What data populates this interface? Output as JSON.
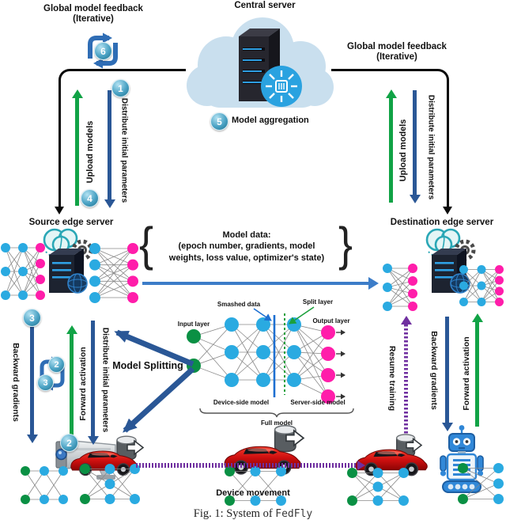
{
  "colors": {
    "navy_arrow": "#2a5796",
    "green_arrow": "#11a346",
    "purple_arrow": "#7030a0",
    "transfer_blue": "#3c7dc8",
    "badge_teal": "#3e98ba",
    "black_link": "#0a0a0a",
    "node_blue": "#2aaae1",
    "node_green": "#0a9044",
    "node_magenta": "#ff1daa"
  },
  "icons": {
    "sync": "cyclic-double-arrow",
    "cloud": "cloud",
    "server_tower": "server-tower",
    "ai_brain": "ai-brain-chip",
    "edge_brain_gear": "brain-with-gear",
    "database": "database-export-cylinder",
    "camera": "cctv-camera",
    "car": "red-car",
    "robot": "robot"
  },
  "steps": {
    "one": "1",
    "two": "2",
    "three": "3",
    "four": "4",
    "five": "5",
    "six": "6"
  },
  "central": {
    "label": "Central server",
    "aggregation": "Model aggregation"
  },
  "feedback": {
    "line1": "Global model feedback",
    "line2": "(Iterative)"
  },
  "links": {
    "upload": "Upload models",
    "distribute": "Distribute initial parameters"
  },
  "servers": {
    "source": "Source edge server",
    "destination": "Destination edge server"
  },
  "model_data": {
    "brace_left": "{",
    "brace_right": "}",
    "l1": "Model data:",
    "l2": "(epoch number, gradients, model",
    "l3": "weights, loss value, optimizer's state)"
  },
  "split": {
    "smashed": "Smashed data",
    "split_layer": "Split layer",
    "input": "Input layer",
    "output": "Output layer",
    "device_side": "Device-side model",
    "server_side": "Server-side model",
    "full": "Full model",
    "splitting": "Model Splitting"
  },
  "training": {
    "backward": "Backward gradients",
    "forward": "Forward activation",
    "resume": "Resume training"
  },
  "movement": {
    "label": "Device movement"
  },
  "caption": {
    "prefix": "Fig. 1: System of ",
    "system": "FedFly"
  }
}
